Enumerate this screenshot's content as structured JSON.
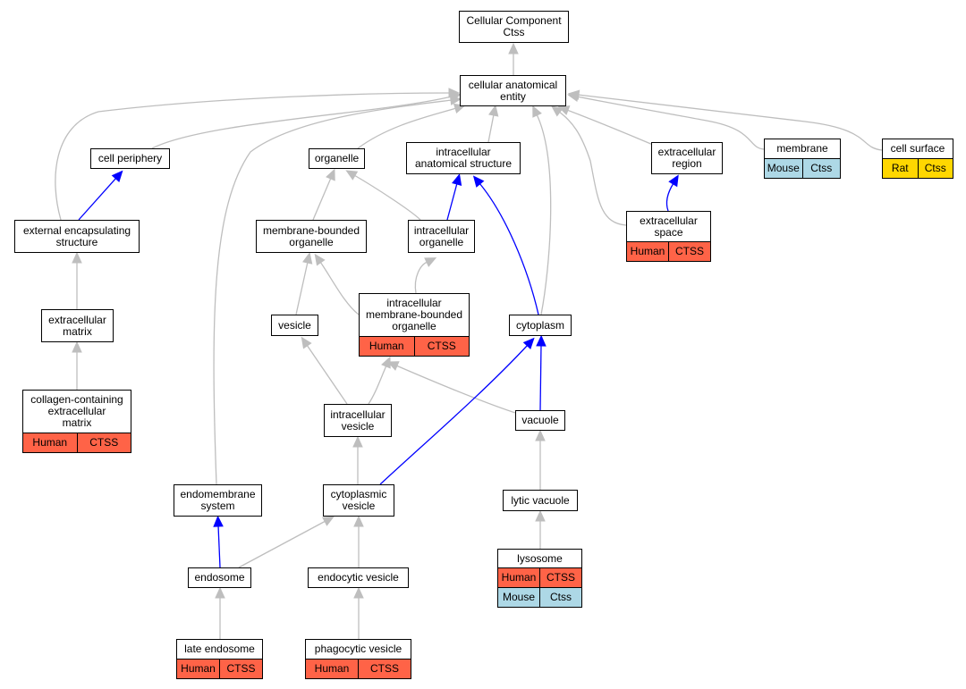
{
  "colors": {
    "human": "#ff6347",
    "mouse": "#add8e6",
    "rat": "#ffd700",
    "edge_is_a": "#bebebe",
    "edge_part_of": "#0000ff"
  },
  "nodes": {
    "cellular_component": {
      "label": "Cellular Component\nCtss",
      "badges": []
    },
    "cellular_anatomical_entity": {
      "label": "cellular anatomical\nentity",
      "badges": []
    },
    "cell_periphery": {
      "label": "cell periphery",
      "badges": []
    },
    "organelle": {
      "label": "organelle",
      "badges": []
    },
    "intracellular_anatomical_structure": {
      "label": "intracellular\nanatomical structure",
      "badges": []
    },
    "extracellular_region": {
      "label": "extracellular\nregion",
      "badges": []
    },
    "membrane": {
      "label": "membrane",
      "badges": [
        {
          "text": "Mouse",
          "color": "mouse"
        },
        {
          "text": "Ctss",
          "color": "mouse"
        }
      ]
    },
    "cell_surface": {
      "label": "cell surface",
      "badges": [
        {
          "text": "Rat",
          "color": "rat"
        },
        {
          "text": "Ctss",
          "color": "rat"
        }
      ]
    },
    "external_encapsulating_structure": {
      "label": "external encapsulating\nstructure",
      "badges": []
    },
    "membrane_bounded_organelle": {
      "label": "membrane-bounded\norganelle",
      "badges": []
    },
    "intracellular_organelle": {
      "label": "intracellular\norganelle",
      "badges": []
    },
    "extracellular_space": {
      "label": "extracellular\nspace",
      "badges": [
        {
          "text": "Human",
          "color": "human"
        },
        {
          "text": "CTSS",
          "color": "human"
        }
      ]
    },
    "extracellular_matrix": {
      "label": "extracellular\nmatrix",
      "badges": []
    },
    "vesicle": {
      "label": "vesicle",
      "badges": []
    },
    "intracellular_membrane_bounded_organelle": {
      "label": "intracellular\nmembrane-bounded\norganelle",
      "badges": [
        {
          "text": "Human",
          "color": "human"
        },
        {
          "text": "CTSS",
          "color": "human"
        }
      ]
    },
    "cytoplasm": {
      "label": "cytoplasm",
      "badges": []
    },
    "collagen_containing_extracellular_matrix": {
      "label": "collagen-containing\nextracellular\nmatrix",
      "badges": [
        {
          "text": "Human",
          "color": "human"
        },
        {
          "text": "CTSS",
          "color": "human"
        }
      ]
    },
    "intracellular_vesicle": {
      "label": "intracellular\nvesicle",
      "badges": []
    },
    "vacuole": {
      "label": "vacuole",
      "badges": []
    },
    "endomembrane_system": {
      "label": "endomembrane\nsystem",
      "badges": []
    },
    "cytoplasmic_vesicle": {
      "label": "cytoplasmic\nvesicle",
      "badges": []
    },
    "lytic_vacuole": {
      "label": "lytic vacuole",
      "badges": []
    },
    "endosome": {
      "label": "endosome",
      "badges": []
    },
    "endocytic_vesicle": {
      "label": "endocytic vesicle",
      "badges": []
    },
    "lysosome": {
      "label": "lysosome",
      "badges": [
        {
          "text": "Human",
          "color": "human"
        },
        {
          "text": "CTSS",
          "color": "human"
        },
        {
          "text": "Mouse",
          "color": "mouse"
        },
        {
          "text": "Ctss",
          "color": "mouse"
        }
      ]
    },
    "late_endosome": {
      "label": "late endosome",
      "badges": [
        {
          "text": "Human",
          "color": "human"
        },
        {
          "text": "CTSS",
          "color": "human"
        }
      ]
    },
    "phagocytic_vesicle": {
      "label": "phagocytic vesicle",
      "badges": [
        {
          "text": "Human",
          "color": "human"
        },
        {
          "text": "CTSS",
          "color": "human"
        }
      ]
    }
  },
  "edges": [
    {
      "from": "cellular_anatomical_entity",
      "to": "cellular_component",
      "type": "is_a"
    },
    {
      "from": "cell_periphery",
      "to": "cellular_anatomical_entity",
      "type": "is_a"
    },
    {
      "from": "organelle",
      "to": "cellular_anatomical_entity",
      "type": "is_a"
    },
    {
      "from": "intracellular_anatomical_structure",
      "to": "cellular_anatomical_entity",
      "type": "is_a"
    },
    {
      "from": "extracellular_region",
      "to": "cellular_anatomical_entity",
      "type": "is_a"
    },
    {
      "from": "membrane",
      "to": "cellular_anatomical_entity",
      "type": "is_a"
    },
    {
      "from": "cell_surface",
      "to": "cellular_anatomical_entity",
      "type": "is_a"
    },
    {
      "from": "external_encapsulating_structure",
      "to": "cellular_anatomical_entity",
      "type": "is_a"
    },
    {
      "from": "endomembrane_system",
      "to": "cellular_anatomical_entity",
      "type": "is_a"
    },
    {
      "from": "cytoplasm",
      "to": "cellular_anatomical_entity",
      "type": "is_a"
    },
    {
      "from": "extracellular_space",
      "to": "cellular_anatomical_entity",
      "type": "is_a"
    },
    {
      "from": "external_encapsulating_structure",
      "to": "cell_periphery",
      "type": "part_of"
    },
    {
      "from": "extracellular_space",
      "to": "extracellular_region",
      "type": "part_of"
    },
    {
      "from": "membrane_bounded_organelle",
      "to": "organelle",
      "type": "is_a"
    },
    {
      "from": "intracellular_organelle",
      "to": "organelle",
      "type": "is_a"
    },
    {
      "from": "intracellular_organelle",
      "to": "intracellular_anatomical_structure",
      "type": "part_of"
    },
    {
      "from": "cytoplasm",
      "to": "intracellular_anatomical_structure",
      "type": "part_of"
    },
    {
      "from": "extracellular_matrix",
      "to": "external_encapsulating_structure",
      "type": "is_a"
    },
    {
      "from": "collagen_containing_extracellular_matrix",
      "to": "extracellular_matrix",
      "type": "is_a"
    },
    {
      "from": "vesicle",
      "to": "membrane_bounded_organelle",
      "type": "is_a"
    },
    {
      "from": "intracellular_membrane_bounded_organelle",
      "to": "membrane_bounded_organelle",
      "type": "is_a"
    },
    {
      "from": "intracellular_membrane_bounded_organelle",
      "to": "intracellular_organelle",
      "type": "is_a"
    },
    {
      "from": "intracellular_vesicle",
      "to": "vesicle",
      "type": "is_a"
    },
    {
      "from": "intracellular_vesicle",
      "to": "intracellular_membrane_bounded_organelle",
      "type": "is_a"
    },
    {
      "from": "vacuole",
      "to": "intracellular_membrane_bounded_organelle",
      "type": "is_a"
    },
    {
      "from": "vacuole",
      "to": "cytoplasm",
      "type": "part_of"
    },
    {
      "from": "cytoplasmic_vesicle",
      "to": "cytoplasm",
      "type": "part_of"
    },
    {
      "from": "cytoplasmic_vesicle",
      "to": "intracellular_vesicle",
      "type": "is_a"
    },
    {
      "from": "lytic_vacuole",
      "to": "vacuole",
      "type": "is_a"
    },
    {
      "from": "lysosome",
      "to": "lytic_vacuole",
      "type": "is_a"
    },
    {
      "from": "endosome",
      "to": "endomembrane_system",
      "type": "part_of"
    },
    {
      "from": "endosome",
      "to": "cytoplasmic_vesicle",
      "type": "is_a"
    },
    {
      "from": "endocytic_vesicle",
      "to": "cytoplasmic_vesicle",
      "type": "is_a"
    },
    {
      "from": "late_endosome",
      "to": "endosome",
      "type": "is_a"
    },
    {
      "from": "phagocytic_vesicle",
      "to": "endocytic_vesicle",
      "type": "is_a"
    }
  ]
}
